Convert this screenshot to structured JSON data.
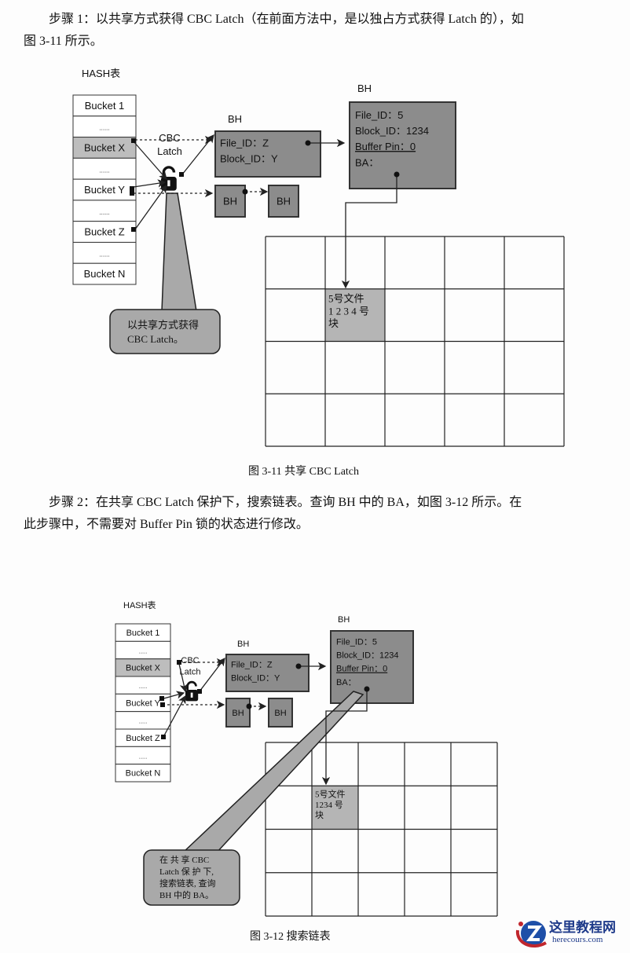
{
  "paragraph1": {
    "line1": "步骤 1：以共享方式获得 CBC Latch（在前面方法中，是以独占方式获得 Latch 的），如",
    "line2": "图 3-11 所示。"
  },
  "figure1": {
    "hash_title": "HASH表",
    "buckets": [
      "Bucket 1",
      "......",
      "Bucket X",
      "......",
      "Bucket Y",
      "......",
      "Bucket Z",
      "......",
      "Bucket N"
    ],
    "latch_label_1": "CBC",
    "latch_label_2": "Latch",
    "bh_label": "BH",
    "bh1_lines": [
      "File_ID：Z",
      "Block_ID：Y"
    ],
    "small_bh": [
      "BH",
      "BH"
    ],
    "bh2_label": "BH",
    "bh2_lines": [
      "File_ID：5",
      "Block_ID：1234",
      "Buffer Pin：0",
      "BA："
    ],
    "cell_text": [
      "5号文件",
      "1 2 3 4  号",
      "块"
    ],
    "callout": [
      "以共享方式获得",
      "CBC Latch。"
    ],
    "caption": "图 3-11    共享 CBC Latch"
  },
  "paragraph2": {
    "line1": "步骤 2：在共享 CBC Latch 保护下，搜索链表。查询 BH 中的 BA，如图 3-12 所示。在",
    "line2": "此步骤中，不需要对 Buffer Pin 锁的状态进行修改。"
  },
  "figure2": {
    "hash_title": "HASH表",
    "buckets": [
      "Bucket 1",
      "......",
      "Bucket X",
      "......",
      "Bucket Y",
      "......",
      "Bucket Z",
      "......",
      "Bucket N"
    ],
    "latch_label_1": "CBC",
    "latch_label_2": "Latch",
    "bh_label": "BH",
    "bh1_lines": [
      "File_ID：Z",
      "Block_ID：Y"
    ],
    "small_bh": [
      "BH",
      "BH"
    ],
    "bh2_label": "BH",
    "bh2_lines": [
      "File_ID：5",
      "Block_ID：1234",
      "Buffer Pin：0",
      "BA："
    ],
    "cell_text": [
      "5号文件",
      "1234 号",
      "块"
    ],
    "callout": [
      "在 共 享 CBC",
      "Latch 保  护  下,",
      "搜索链表, 查询",
      "BH 中的 BA。"
    ],
    "caption": "图 3-12    搜索链表"
  },
  "watermark": {
    "title": "这里教程网",
    "url": "herecours.com"
  },
  "colors": {
    "box_fill": "#8c8c8c",
    "cell_fill": "#b5b5b5",
    "bucket_fill": "#bdbdbd",
    "callout_fill": "#a9a9a9"
  }
}
